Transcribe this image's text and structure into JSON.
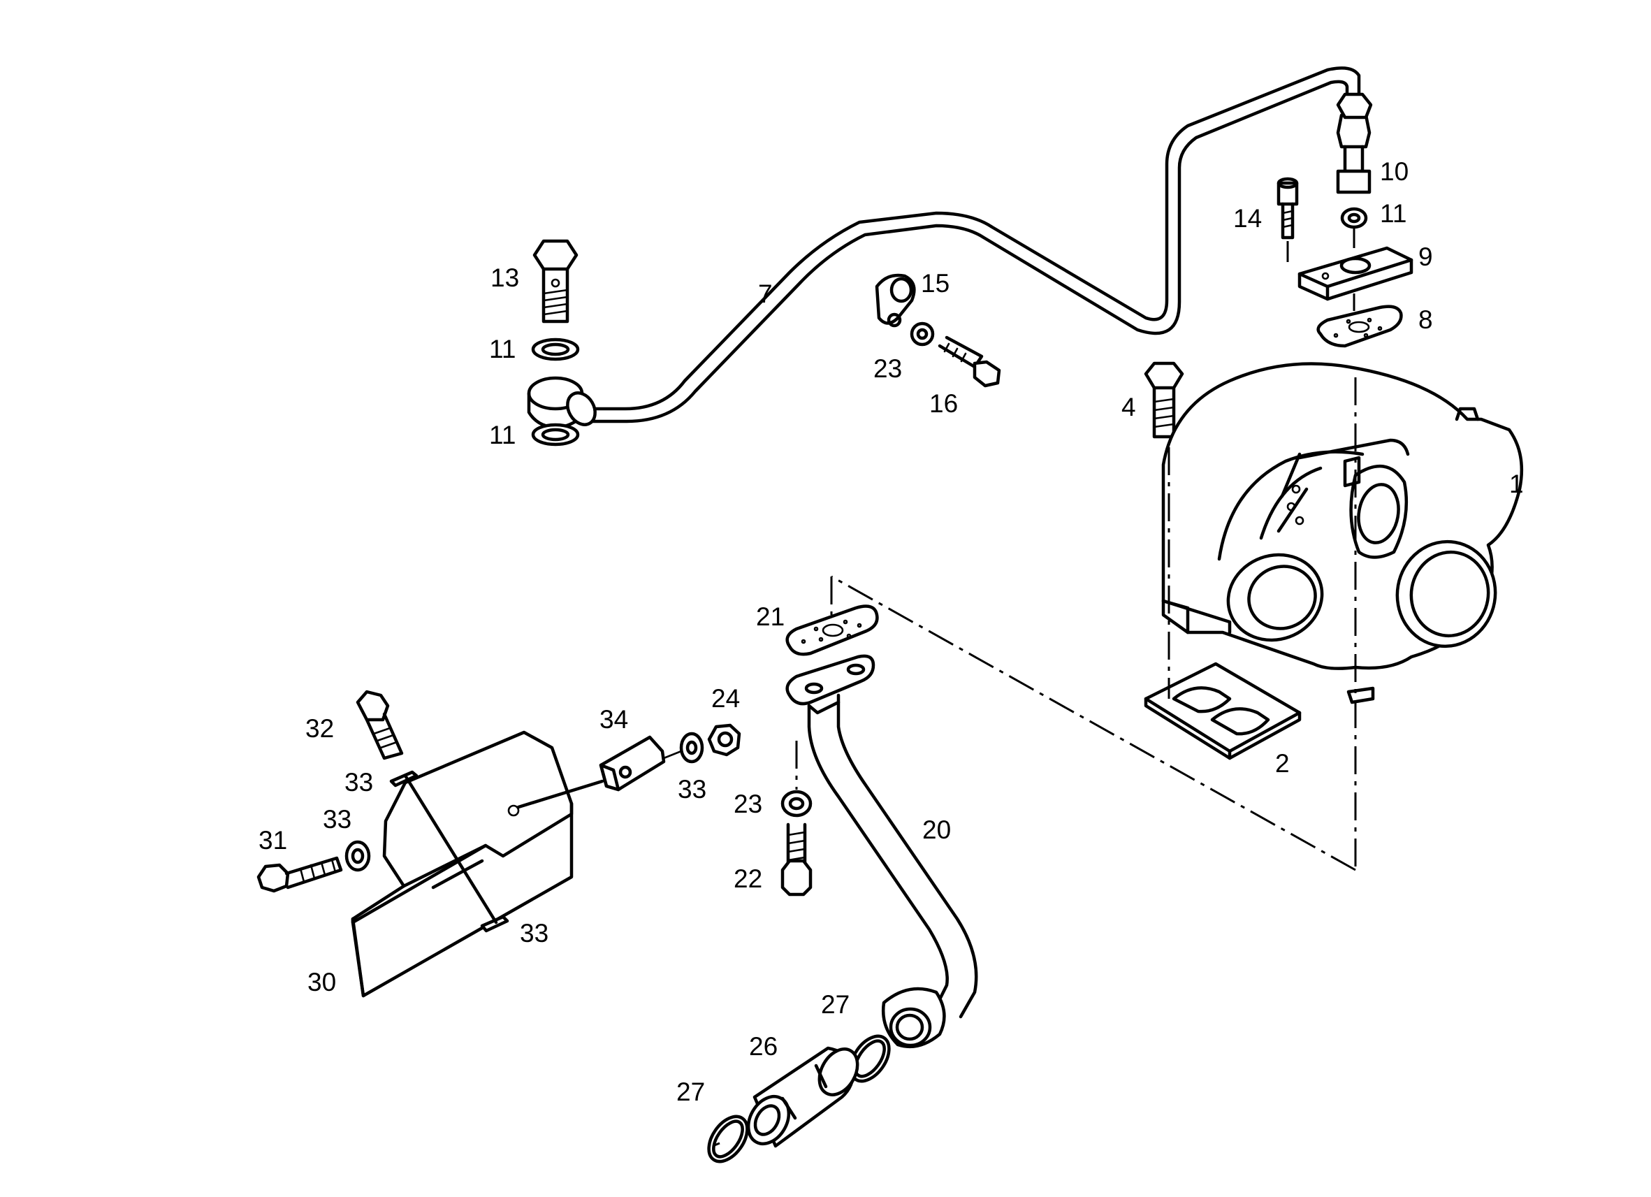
{
  "labels": {
    "p1": "1",
    "p2": "2",
    "p4": "4",
    "p7": "7",
    "p8": "8",
    "p9": "9",
    "p10": "10",
    "p11a": "11",
    "p11b": "11",
    "p11c": "11",
    "p13": "13",
    "p14": "14",
    "p15": "15",
    "p16": "16",
    "p20": "20",
    "p21": "21",
    "p22": "22",
    "p23a": "23",
    "p23b": "23",
    "p24": "24",
    "p26": "26",
    "p27a": "27",
    "p27b": "27",
    "p30": "30",
    "p31": "31",
    "p32": "32",
    "p33a": "33",
    "p33b": "33",
    "p33c": "33",
    "p33d": "33",
    "p34": "34"
  },
  "colors": {
    "line": "#000000",
    "background": "#ffffff"
  }
}
